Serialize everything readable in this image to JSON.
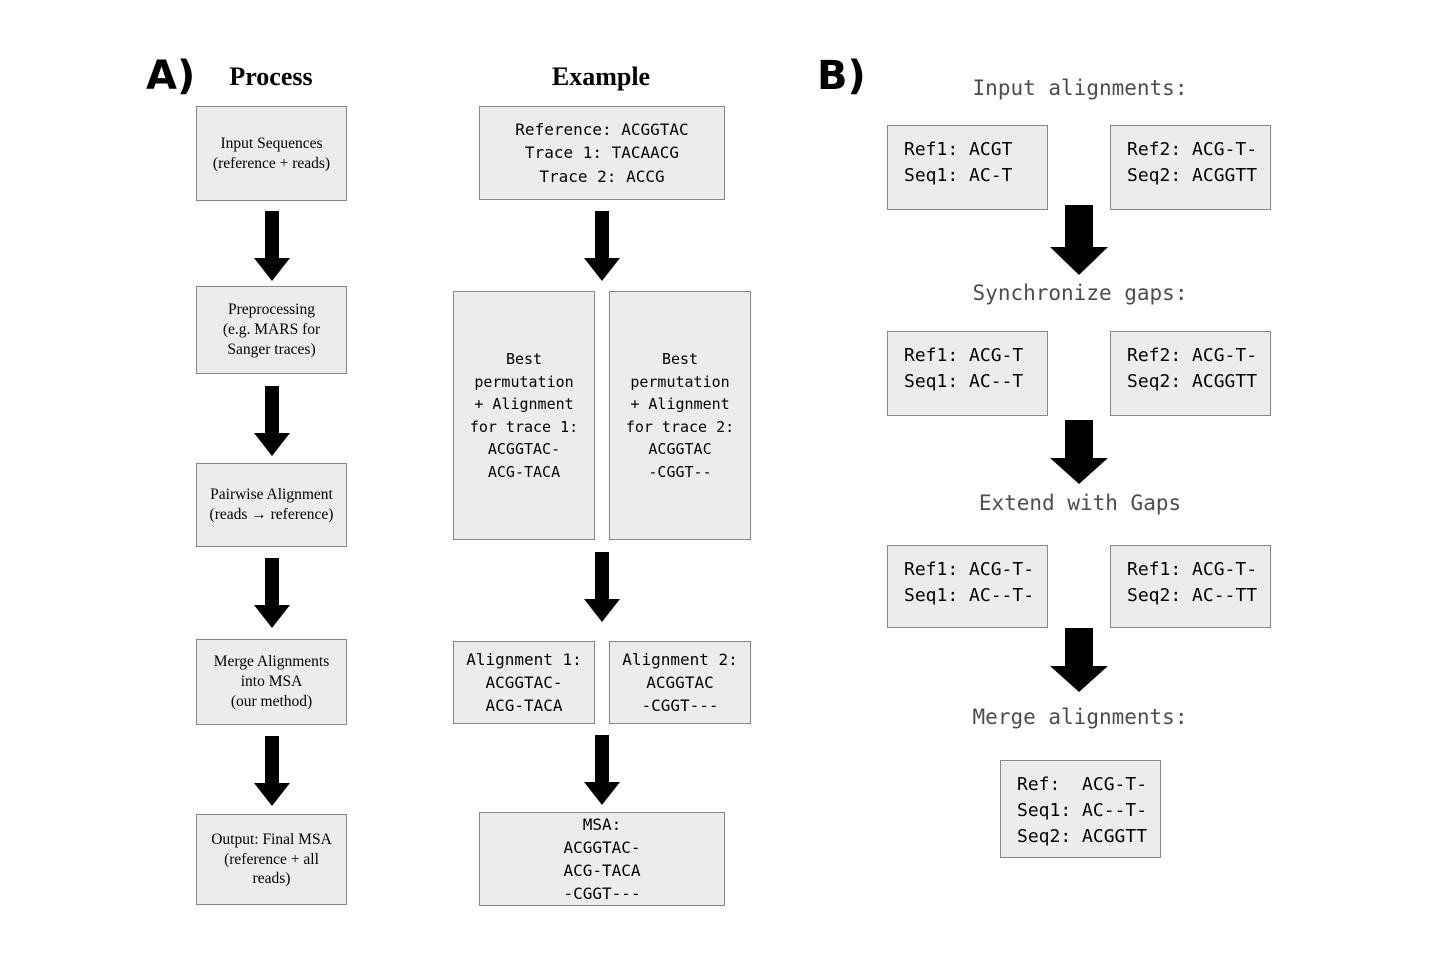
{
  "figure": {
    "panel_a_letter": "A)",
    "panel_b_letter": "B)"
  },
  "panel_a": {
    "headings": {
      "process": "Process",
      "example": "Example"
    },
    "process_steps": [
      {
        "id": "input-sequences",
        "text": "Input Sequences\n(reference + reads)"
      },
      {
        "id": "preprocessing",
        "text": "Preprocessing\n(e.g. MARS for\nSanger traces)"
      },
      {
        "id": "pairwise-alignment",
        "text": "Pairwise Alignment\n(reads → reference)"
      },
      {
        "id": "merge-alignments",
        "text": "Merge Alignments\ninto MSA\n(our method)"
      },
      {
        "id": "output-final-msa",
        "text": "Output: Final MSA\n(reference + all\nreads)"
      }
    ],
    "example_input": "Reference: ACGGTAC\nTrace 1: TACAACG\nTrace 2: ACCG",
    "example_permutations": [
      {
        "id": "best-permutation-trace-1",
        "text": "Best\npermutation\n+ Alignment\nfor trace 1:\nACGGTAC-\nACG-TACA"
      },
      {
        "id": "best-permutation-trace-2",
        "text": "Best\npermutation\n+ Alignment\nfor trace 2:\nACGGTAC\n-CGGT--"
      }
    ],
    "example_alignments": [
      {
        "id": "alignment-1",
        "text": "Alignment 1:\nACGGTAC-\nACG-TACA"
      },
      {
        "id": "alignment-2",
        "text": "Alignment 2:\nACGGTAC\n-CGGT---"
      }
    ],
    "example_msa": "MSA:\nACGGTAC-\nACG-TACA\n-CGGT---"
  },
  "panel_b": {
    "stages": [
      {
        "id": "input-alignments",
        "heading": "Input alignments:",
        "boxes": [
          {
            "id": "input-alignment-1",
            "text": "Ref1: ACGT\nSeq1: AC-T"
          },
          {
            "id": "input-alignment-2",
            "text": "Ref2: ACG-T-\nSeq2: ACGGTT"
          }
        ]
      },
      {
        "id": "synchronize-gaps",
        "heading": "Synchronize gaps:",
        "boxes": [
          {
            "id": "synchronized-alignment-1",
            "text": "Ref1: ACG-T\nSeq1: AC--T"
          },
          {
            "id": "synchronized-alignment-2",
            "text": "Ref2: ACG-T-\nSeq2: ACGGTT"
          }
        ]
      },
      {
        "id": "extend-with-gaps",
        "heading": "Extend with Gaps",
        "boxes": [
          {
            "id": "extended-alignment-1",
            "text": "Ref1: ACG-T-\nSeq1: AC--T-"
          },
          {
            "id": "extended-alignment-2",
            "text": "Ref1: ACG-T-\nSeq2: AC--TT"
          }
        ]
      },
      {
        "id": "merge-alignments",
        "heading": "Merge alignments:",
        "boxes": [
          {
            "id": "merged-alignment",
            "text": "Ref:  ACG-T-\nSeq1: AC--T-\nSeq2: ACGGTT"
          }
        ]
      }
    ]
  },
  "colors": {
    "box_fill": "#ececec",
    "box_border": "#888888",
    "arrow": "#000000",
    "heading_gray": "#4d4d4d",
    "text": "#000000",
    "background": "#ffffff"
  }
}
